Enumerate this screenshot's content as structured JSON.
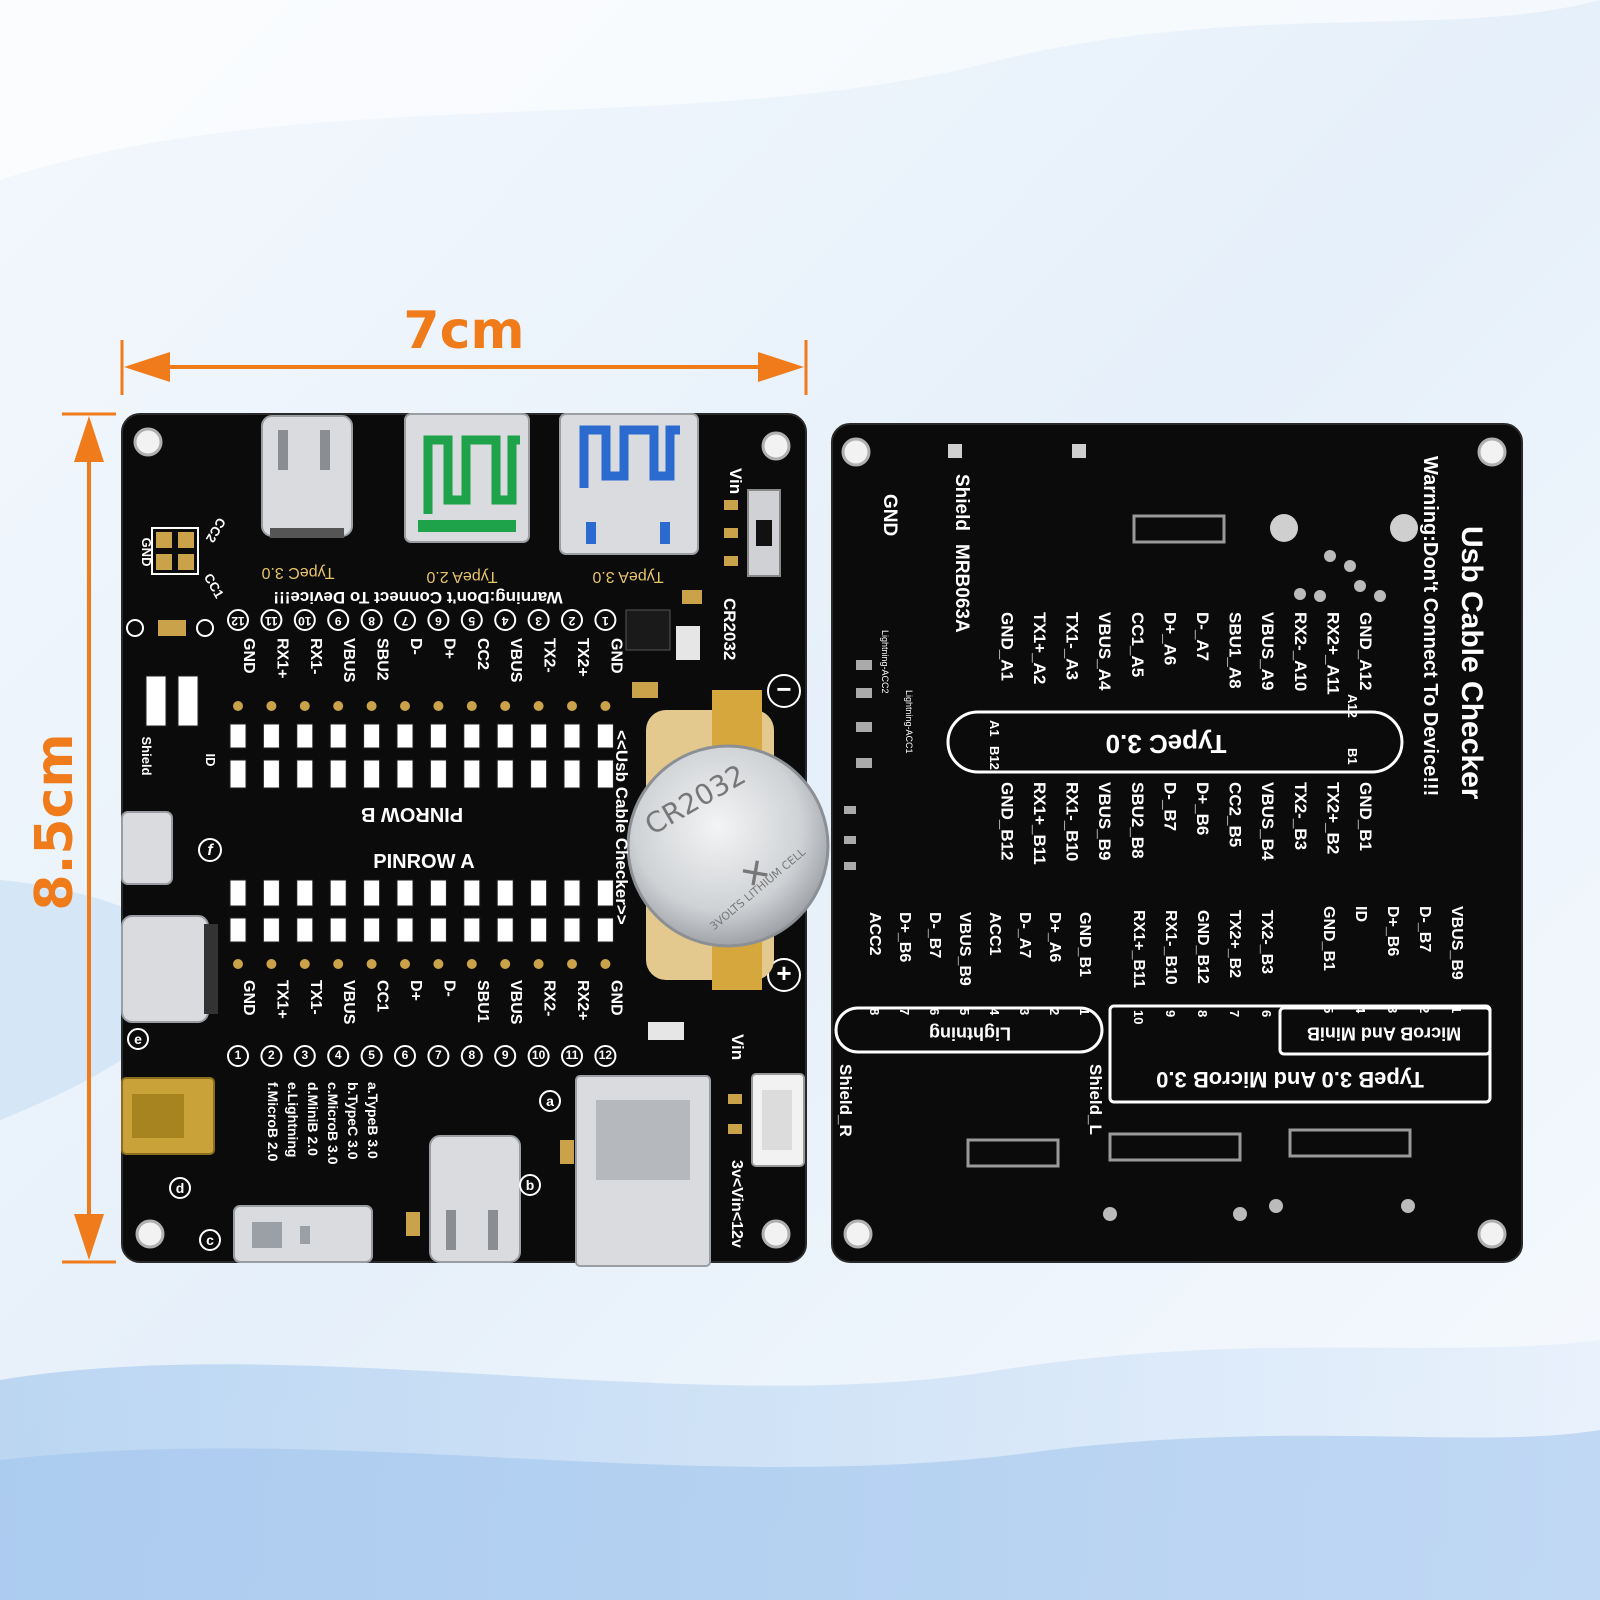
{
  "colors": {
    "background_top": "#eaf2fb",
    "background_wave": "#bcd6f2",
    "pcb": "#0b0b0b",
    "silkscreen": "#ffffff",
    "dimension_accent": "#f07b1a",
    "gold": "#c9a24a"
  },
  "dimensions": {
    "width_label": "7cm",
    "height_label": "8.5cm"
  },
  "front_board": {
    "connectors_top": [
      "TypeC 3.0",
      "TypeA 2.0",
      "TypeA 3.0"
    ],
    "warning": "Warning:Don't Connect To Device!!!",
    "vin_label": "Vin",
    "battery_holder": "CR2032",
    "battery_text": "CR2032",
    "battery_sub": "3VOLTS LITHIUM CELL",
    "side_title": "<<Usb Cable Checker>>",
    "pinrow_b": "PINROW B",
    "pinrow_a": "PINROW A",
    "cc_labels": [
      "GND",
      "CC2",
      "CC1"
    ],
    "shield_labels": [
      "Shield",
      "ID"
    ],
    "row_b_pins": [
      "GND",
      "TX2+",
      "TX2-",
      "VBUS",
      "CC2",
      "D+",
      "D-",
      "SBU2",
      "VBUS",
      "RX1-",
      "RX1+",
      "GND"
    ],
    "row_b_numbers": [
      "1",
      "2",
      "3",
      "4",
      "5",
      "6",
      "7",
      "8",
      "9",
      "10",
      "11",
      "12"
    ],
    "row_a_pins": [
      "GND",
      "TX1+",
      "TX1-",
      "VBUS",
      "CC1",
      "D+",
      "D-",
      "SBU1",
      "VBUS",
      "RX2-",
      "RX2+",
      "GND"
    ],
    "row_a_numbers": [
      "1",
      "2",
      "3",
      "4",
      "5",
      "6",
      "7",
      "8",
      "9",
      "10",
      "11",
      "12"
    ],
    "legend": [
      "a.TypeB 3.0",
      "b.TypeC 3.0",
      "c.MicroB 3.0",
      "d.MiniB 2.0",
      "e.Lightning",
      "f.MicroB 2.0"
    ],
    "vin_range": "3v<Vin<12v",
    "polarity_minus": "−",
    "polarity_plus": "+",
    "marker_letters": [
      "a",
      "b",
      "c",
      "d",
      "e",
      "f"
    ]
  },
  "back_board": {
    "title": "Usb Cable Checker",
    "warning": "Warning:Don't Connect To Device!!!",
    "shield_label": "Shield",
    "part_number": "MRB063A",
    "gnd_label": "GND",
    "lightning_acc2": "Lightning-ACC2",
    "lightning_acc1": "Lightning-ACC1",
    "typec_group_label": "TypeC 3.0",
    "typec_a_side": [
      "GND_A12",
      "RX2+_A11",
      "RX2-_A10",
      "VBUS_A9",
      "SBU1_A8",
      "D-_A7",
      "D+_A6",
      "CC1_A5",
      "VBUS_A4",
      "TX1-_A3",
      "TX1+_A2",
      "GND_A1"
    ],
    "typec_pin_tags": [
      "A12",
      "B1",
      "A1",
      "B12"
    ],
    "typec_b_side": [
      "GND_B1",
      "TX2+_B2",
      "TX2-_B3",
      "VBUS_B4",
      "CC2_B5",
      "D+_B6",
      "D-_B7",
      "SBU2_B8",
      "VBUS_B9",
      "RX1-_B10",
      "RX1+_B11",
      "GND_B12"
    ],
    "microb_group_label": "MicroB And MiniB",
    "microb_pins": [
      "VBUS_B9",
      "D-_B7",
      "D+_B6",
      "ID",
      "GND_B1"
    ],
    "microb_numbers": [
      "1",
      "2",
      "3",
      "4",
      "5"
    ],
    "typeb_pins": [
      "TX2-_B3",
      "TX2+_B2",
      "GND_B12",
      "RX1-_B10",
      "RX1+_B11"
    ],
    "typeb_numbers": [
      "6",
      "7",
      "8",
      "9",
      "10"
    ],
    "typeb_group_label": "TypeB 3.0 And MicroB 3.0",
    "lightning_group_label": "Lightning",
    "lightning_pins": [
      "GND_B1",
      "D+_A6",
      "D-_A7",
      "ACC1",
      "VBUS_B9",
      "D-_B7",
      "D+_B6",
      "ACC2"
    ],
    "lightning_numbers": [
      "1",
      "2",
      "3",
      "4",
      "5",
      "6",
      "7",
      "8"
    ],
    "shield_l": "Shield_L",
    "shield_r": "Shield_R"
  }
}
